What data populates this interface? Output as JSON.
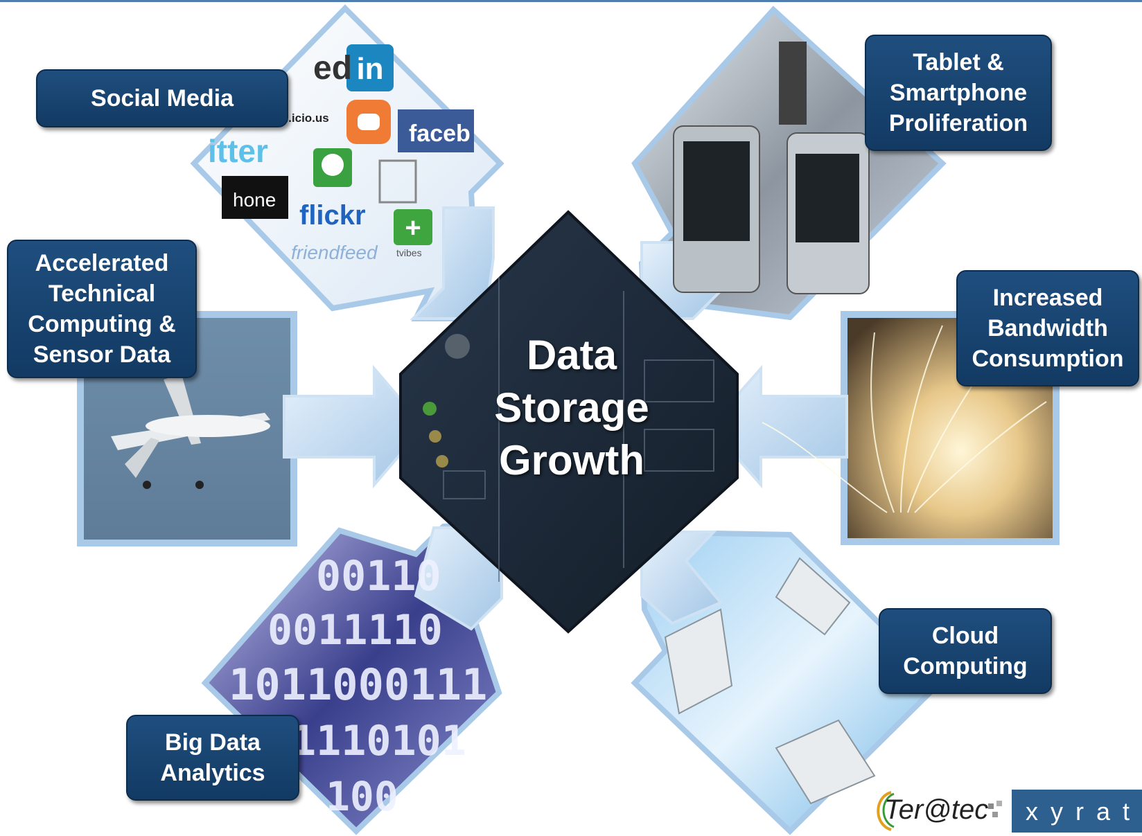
{
  "center": {
    "lines": [
      "Data",
      "Storage",
      "Growth"
    ]
  },
  "drivers": {
    "social_media": {
      "lines": [
        "Social Media"
      ]
    },
    "tablet": {
      "lines": [
        "Tablet &",
        "Smartphone",
        "Proliferation"
      ]
    },
    "accelerated": {
      "lines": [
        "Accelerated",
        "Technical",
        "Computing &",
        "Sensor Data"
      ]
    },
    "bandwidth": {
      "lines": [
        "Increased",
        "Bandwidth",
        "Consumption"
      ]
    },
    "big_data": {
      "lines": [
        "Big Data",
        "Analytics"
      ]
    },
    "cloud": {
      "lines": [
        "Cloud",
        "Computing"
      ]
    }
  },
  "social_icons": {
    "linkedin_text": "ed",
    "linkedin_badge": "in",
    "delicious": "el.icio.us",
    "facebook": "faceb",
    "twitter": "itter",
    "iphone": "hone",
    "flickr": "flickr",
    "friendfeed": "friendfeed",
    "netvibes": "tvibes"
  },
  "binary_rows": [
    "00110",
    "0011110",
    "1011000111",
    "1110101",
    "100"
  ],
  "logos": {
    "teratec": "Ter@tec",
    "xyratex": "x y r a t"
  },
  "colors": {
    "label_bg": "#1a4674",
    "center_bg": "#1e2a3a",
    "arrow": "#a9c9e8",
    "accent": "#4f7fb0"
  }
}
